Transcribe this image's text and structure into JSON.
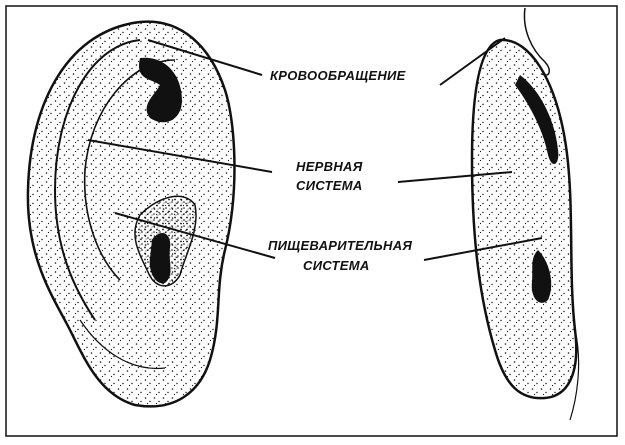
{
  "labels": {
    "circulation": "КРОВООБРАЩЕНИЕ",
    "nervous_line1": "НЕРВНАЯ",
    "nervous_line2": "СИСТЕМА",
    "digestive_line1": "ПИЩЕВАРИТЕЛЬНАЯ",
    "digestive_line2": "СИСТЕМА"
  },
  "colors": {
    "ink": "#111111",
    "paper": "#ffffff"
  }
}
